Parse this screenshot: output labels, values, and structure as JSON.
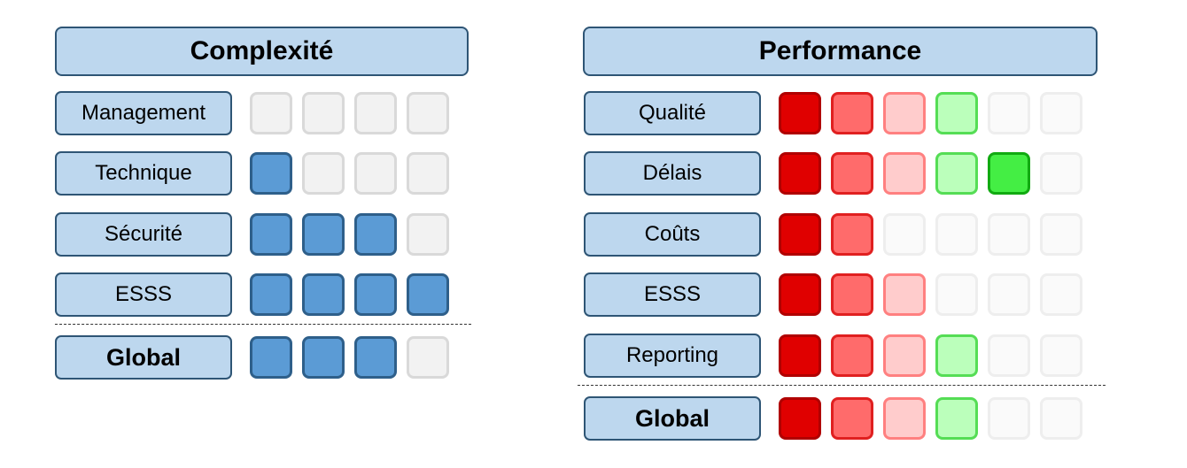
{
  "complexite": {
    "title": "Complexité",
    "rows": [
      {
        "label": "Management",
        "level": 0,
        "bold": false
      },
      {
        "label": "Technique",
        "level": 1,
        "bold": false
      },
      {
        "label": "Sécurité",
        "level": 3,
        "bold": false
      },
      {
        "label": "ESSS",
        "level": 4,
        "bold": false
      }
    ],
    "global": {
      "label": "Global",
      "level": 3,
      "bold": true
    },
    "scale_max": 4,
    "colors": {
      "filled_fill": "#5b9bd5",
      "filled_border": "#2e5f8a",
      "empty_fill": "#f2f2f2",
      "empty_border": "#d9d9d9"
    }
  },
  "performance": {
    "title": "Performance",
    "rows": [
      {
        "label": "Qualité",
        "level": 4,
        "bold": false
      },
      {
        "label": "Délais",
        "level": 5,
        "bold": false
      },
      {
        "label": "Coûts",
        "level": 2,
        "bold": false
      },
      {
        "label": "ESSS",
        "level": 3,
        "bold": false
      },
      {
        "label": "Reporting",
        "level": 4,
        "bold": false
      }
    ],
    "global": {
      "label": "Global",
      "level": 4,
      "bold": true
    },
    "scale_max": 6,
    "colors": {
      "scale_fill": [
        "#e00000",
        "#ff6b6b",
        "#ffcccc",
        "#bbffbb",
        "#44ee44",
        "#dddddd"
      ],
      "scale_border": [
        "#b00000",
        "#e02020",
        "#ff8080",
        "#55dd55",
        "#11aa11",
        "#aaaaaa"
      ],
      "empty_fill": "#fafafa",
      "empty_border": "#eeeeee"
    }
  }
}
